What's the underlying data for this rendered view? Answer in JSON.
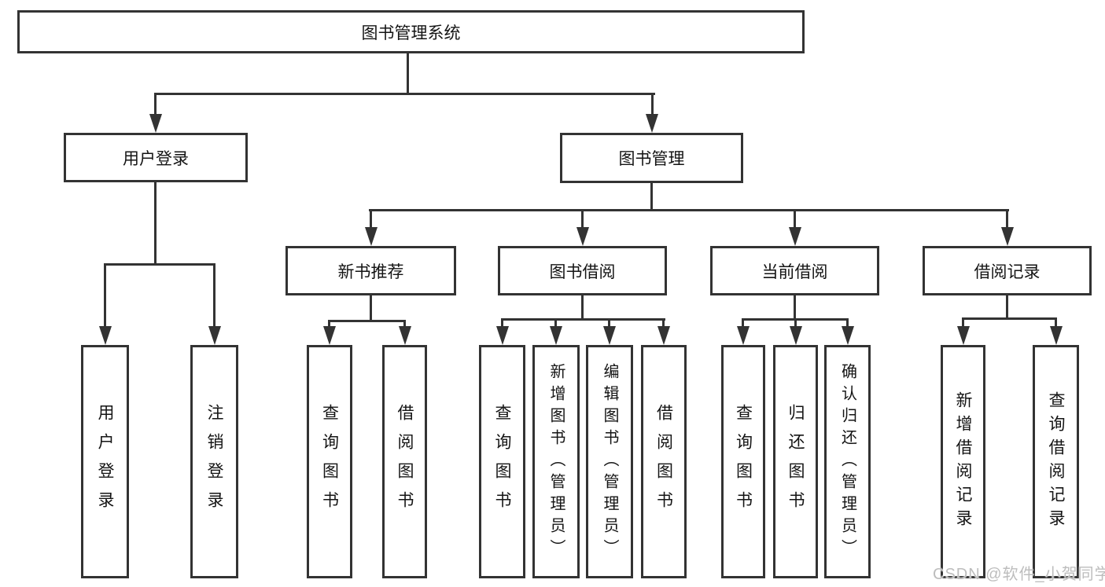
{
  "diagram": {
    "root": {
      "label": "图书管理系统",
      "children": [
        {
          "label": "用户登录",
          "children": [
            {
              "label": "用户登录"
            },
            {
              "label": "注销登录"
            }
          ]
        },
        {
          "label": "图书管理",
          "children": [
            {
              "label": "新书推荐",
              "children": [
                {
                  "label": "查询图书"
                },
                {
                  "label": "借阅图书"
                }
              ]
            },
            {
              "label": "图书借阅",
              "children": [
                {
                  "label": "查询图书"
                },
                {
                  "label": "新增图书（管理员）"
                },
                {
                  "label": "编辑图书（管理员）"
                },
                {
                  "label": "借阅图书"
                }
              ]
            },
            {
              "label": "当前借阅",
              "children": [
                {
                  "label": "查询图书"
                },
                {
                  "label": "归还图书"
                },
                {
                  "label": "确认归还（管理员）"
                }
              ]
            },
            {
              "label": "借阅记录",
              "children": [
                {
                  "label": "新增借阅记录"
                },
                {
                  "label": "查询借阅记录"
                }
              ]
            }
          ]
        }
      ]
    }
  },
  "watermark": {
    "text": "CSDN @软件_小贺同学"
  },
  "colors": {
    "line": "#333333",
    "box_border": "#333333",
    "box_background": "#ffffff",
    "text": "#141414",
    "watermark": "#bdbdbd",
    "page_background": "#ffffff"
  }
}
